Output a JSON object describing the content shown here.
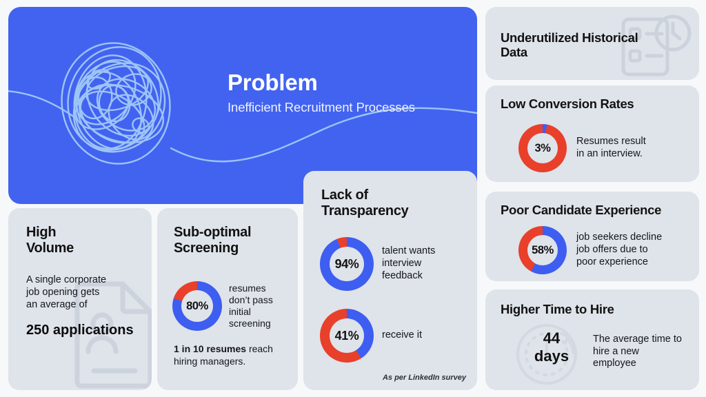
{
  "colors": {
    "page_background": "#f7f8fa",
    "hero_blue": "#4263f0",
    "card_grey": "#dfe3ea",
    "donut_blue": "#3d5ef0",
    "donut_red": "#e8402a",
    "text_dark": "#121212"
  },
  "hero": {
    "title": "Problem",
    "subtitle": "Inefficient Recruitment Processes",
    "scribble_icon": "tangled-knot-line-icon"
  },
  "cards": {
    "high_volume": {
      "title": "High\nVolume",
      "body": "A single corporate job opening gets an average of",
      "highlight": "250 applications",
      "watermark_icon": "resume-document-icon"
    },
    "sub_optimal": {
      "title": "Sub-optimal\nScreening",
      "donut": {
        "value": 80,
        "display": "80%",
        "blue_pct": 80,
        "red_pct": 20
      },
      "donut_label": "resumes don’t pass initial screening",
      "footnote_bold": "1 in 10 resumes",
      "footnote_rest": " reach hiring managers."
    },
    "lack_transparency": {
      "title": "Lack of\nTransparency",
      "donuts": [
        {
          "value": 94,
          "display": "94%",
          "blue_pct": 94,
          "red_pct": 6,
          "label": "talent wants interview feedback"
        },
        {
          "value": 41,
          "display": "41%",
          "blue_pct": 41,
          "red_pct": 59,
          "label": "receive it"
        }
      ],
      "source": "As per LinkedIn survey"
    },
    "underutilized": {
      "title": "Underutilized Historical Data",
      "watermark_icon": "clipboard-clock-icon"
    },
    "low_conversion": {
      "title": "Low Conversion Rates",
      "donut": {
        "value": 3,
        "display": "3%",
        "blue_pct": 3,
        "red_pct": 97
      },
      "donut_label": "Resumes result in an interview."
    },
    "poor_experience": {
      "title": "Poor Candidate Experience",
      "donut": {
        "value": 58,
        "display": "58%",
        "blue_pct": 58,
        "red_pct": 42
      },
      "donut_label": "job seekers decline job offers due to poor experience"
    },
    "time_to_hire": {
      "title": "Higher Time to Hire",
      "metric_number": "44",
      "metric_unit": "days",
      "body": "The average time to hire a new employee",
      "watermark_icon": "clock-refresh-icon"
    }
  },
  "chart_data": [
    {
      "type": "pie",
      "title": "80%",
      "categories": [
        "resumes don’t pass initial screening",
        "remainder"
      ],
      "values": [
        80,
        20
      ],
      "colors": [
        "#3d5ef0",
        "#e8402a"
      ],
      "legend": "none"
    },
    {
      "type": "pie",
      "title": "94%",
      "categories": [
        "talent wants interview feedback",
        "remainder"
      ],
      "values": [
        94,
        6
      ],
      "colors": [
        "#3d5ef0",
        "#e8402a"
      ],
      "legend": "none"
    },
    {
      "type": "pie",
      "title": "41%",
      "categories": [
        "receive it",
        "remainder"
      ],
      "values": [
        41,
        59
      ],
      "colors": [
        "#3d5ef0",
        "#e8402a"
      ],
      "legend": "none"
    },
    {
      "type": "pie",
      "title": "3%",
      "categories": [
        "Resumes result in an interview.",
        "remainder"
      ],
      "values": [
        3,
        97
      ],
      "colors": [
        "#3d5ef0",
        "#e8402a"
      ],
      "legend": "none"
    },
    {
      "type": "pie",
      "title": "58%",
      "categories": [
        "job seekers decline job offers due to poor experience",
        "remainder"
      ],
      "values": [
        58,
        42
      ],
      "colors": [
        "#3d5ef0",
        "#e8402a"
      ],
      "legend": "none"
    }
  ]
}
